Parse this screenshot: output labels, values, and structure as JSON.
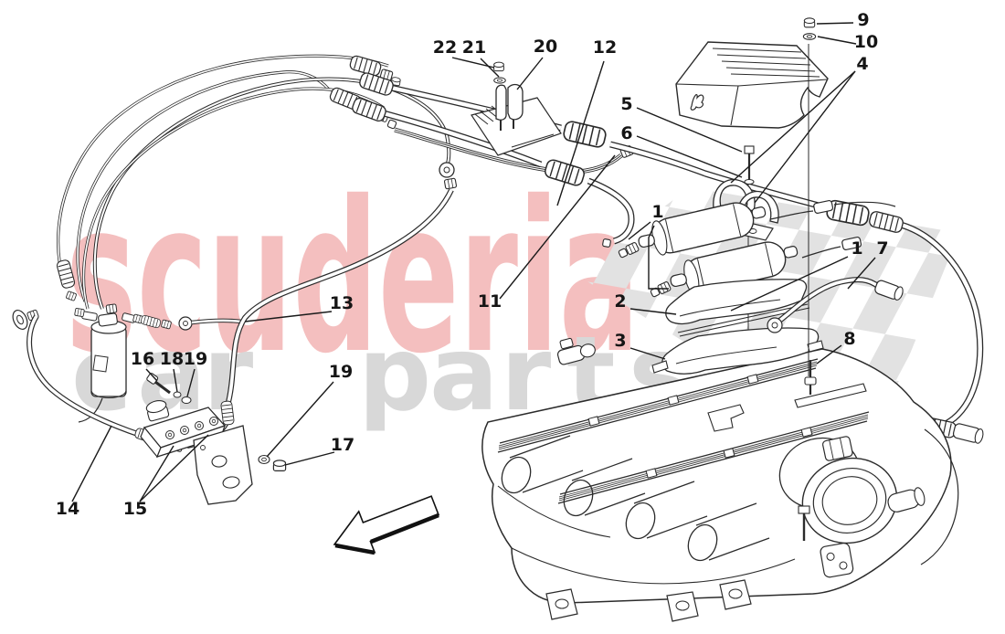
{
  "watermark": {
    "brand": "scuderia",
    "word1_letters": [
      "c",
      "a",
      "r"
    ],
    "word2_letters": [
      "p",
      "a",
      "r",
      "t",
      "s"
    ]
  },
  "colors": {
    "watermark_pink": "#f4bfbf",
    "watermark_gray": "#d8d8d8",
    "checker_gray": "#e2e2e2",
    "line_ink": "#2b2b2b"
  },
  "callouts": [
    {
      "label": "22"
    },
    {
      "label": "21"
    },
    {
      "label": "20"
    },
    {
      "label": "12"
    },
    {
      "label": "9"
    },
    {
      "label": "10"
    },
    {
      "label": "4"
    },
    {
      "label": "5"
    },
    {
      "label": "6"
    },
    {
      "label": "1"
    },
    {
      "label": "1"
    },
    {
      "label": "7"
    },
    {
      "label": "11"
    },
    {
      "label": "2"
    },
    {
      "label": "3"
    },
    {
      "label": "8"
    },
    {
      "label": "13"
    },
    {
      "label": "16"
    },
    {
      "label": "18"
    },
    {
      "label": "19"
    },
    {
      "label": "19"
    },
    {
      "label": "17"
    },
    {
      "label": "14"
    },
    {
      "label": "15"
    }
  ]
}
